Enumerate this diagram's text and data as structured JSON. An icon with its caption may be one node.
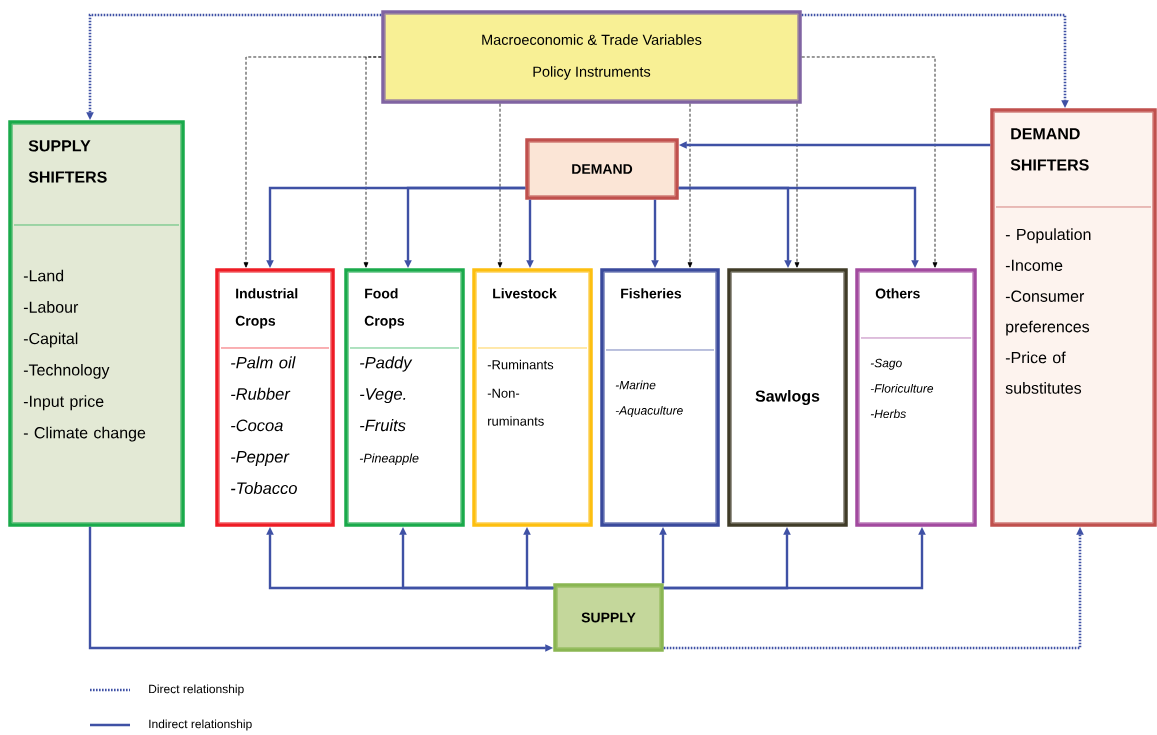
{
  "diagram": {
    "nodes": [
      {
        "text": [
          "Macroeconomic & Trade Variables Policy Instruments"
        ]
      },
      {
        "text": [
          "SUPPLY SHIFTERS",
          "-Land",
          "-Labour",
          "-Capital",
          "-Technology",
          "-Input price",
          "- Climate change"
        ]
      },
      {
        "text": [
          "DEMAND"
        ]
      },
      {
        "text": [
          "DEMAND SHIFTERS",
          "- Population",
          "-Income",
          "-Consumer preferences",
          "-Price of substitutes"
        ]
      },
      {
        "text": [
          "Industrial Crops",
          "-Palm oil",
          "-Rubber",
          "-Cocoa",
          "-Pepper",
          "-Tobacco"
        ]
      },
      {
        "text": [
          "Food Crops",
          "-Paddy",
          "-Vege.",
          "-Fruits",
          "-Pineapple"
        ]
      },
      {
        "text": [
          "Livestock",
          "-Ruminants",
          "-Non-ruminants"
        ]
      },
      {
        "text": [
          "Fisheries",
          "-Marine",
          "-Aquaculture"
        ]
      },
      {
        "text": [
          "Sawlogs"
        ]
      },
      {
        "text": [
          "Others",
          "-Sago",
          "-Floriculture",
          "-Herbs"
        ]
      },
      {
        "text": [
          "SUPPLY"
        ]
      }
    ],
    "edges": [
      {
        "from": 0,
        "to": 1,
        "arrow": "to",
        "style": "dashed"
      },
      {
        "from": 0,
        "to": 3,
        "arrow": "to",
        "style": "dashed"
      },
      {
        "from": 0,
        "to": 4,
        "arrow": "to",
        "style": "dashed",
        "color": "#000000"
      },
      {
        "from": 0,
        "to": 5,
        "arrow": "to",
        "style": "dashed",
        "color": "#000000"
      },
      {
        "from": 0,
        "to": 6,
        "arrow": "to",
        "style": "dashed",
        "color": "#000000"
      },
      {
        "from": 0,
        "to": 7,
        "arrow": "to",
        "style": "dashed",
        "color": "#000000"
      },
      {
        "from": 0,
        "to": 8,
        "arrow": "to",
        "style": "dashed",
        "color": "#000000"
      },
      {
        "from": 0,
        "to": 9,
        "arrow": "to",
        "style": "dashed",
        "color": "#000000"
      },
      {
        "from": 3,
        "to": 2,
        "arrow": "to"
      },
      {
        "from": 2,
        "to": 4,
        "arrow": "to"
      },
      {
        "from": 2,
        "to": 5,
        "arrow": "to"
      },
      {
        "from": 2,
        "to": 6,
        "arrow": "to"
      },
      {
        "from": 2,
        "to": 7,
        "arrow": "to"
      },
      {
        "from": 2,
        "to": 8,
        "arrow": "to"
      },
      {
        "from": 2,
        "to": 9,
        "arrow": "to"
      },
      {
        "from": 10,
        "to": 4,
        "arrow": "to"
      },
      {
        "from": 10,
        "to": 5,
        "arrow": "to"
      },
      {
        "from": 10,
        "to": 6,
        "arrow": "to"
      },
      {
        "from": 10,
        "to": 7,
        "arrow": "to"
      },
      {
        "from": 10,
        "to": 8,
        "arrow": "to"
      },
      {
        "from": 10,
        "to": 9,
        "arrow": "to"
      },
      {
        "from": 1,
        "to": 10,
        "arrow": "to"
      },
      {
        "from": 10,
        "to": 3,
        "arrow": "to",
        "style": "dashed"
      }
    ],
    "legend": [
      {
        "text": "Direct relationship"
      },
      {
        "text": "Indirect relationship"
      }
    ]
  }
}
